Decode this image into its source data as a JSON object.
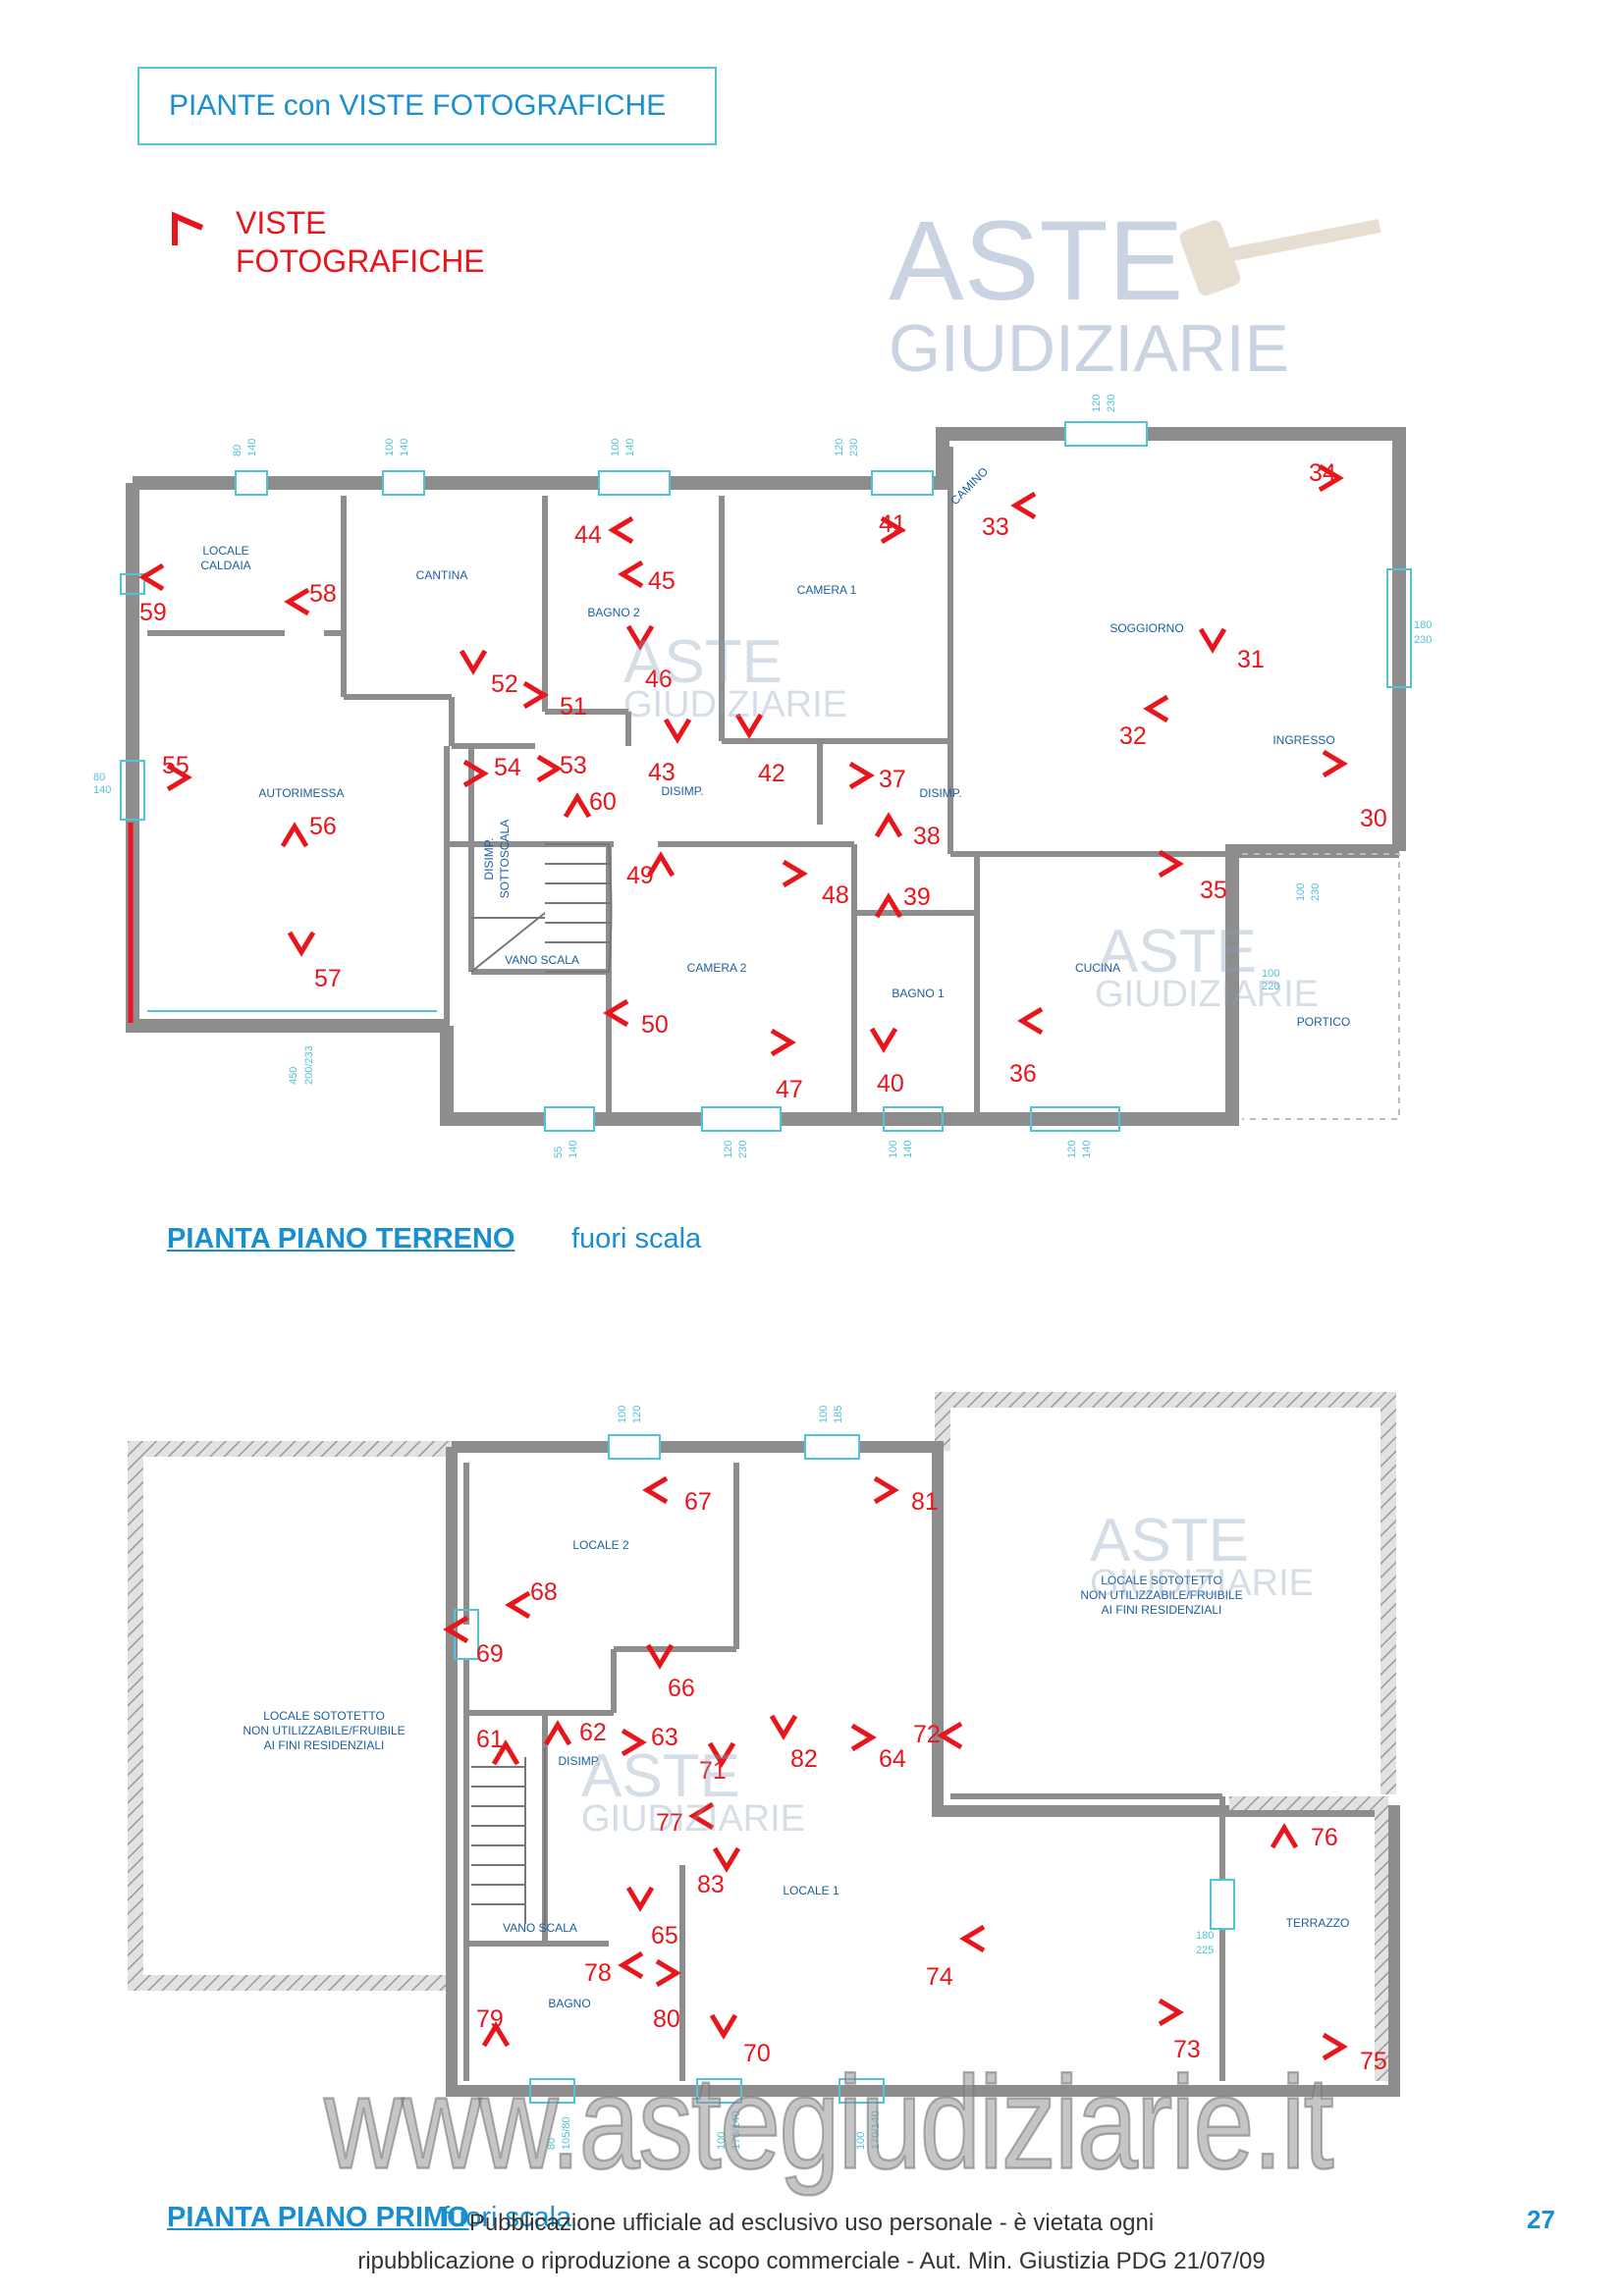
{
  "header": {
    "title": "PIANTE con VISTE FOTOGRAFICHE"
  },
  "legend": {
    "line1": "VISTE",
    "line2": "FOTOGRAFICHE"
  },
  "watermark": {
    "logo_line1": "ASTE",
    "logo_line2": "GIUDIZIARIE",
    "url": "www.astegiudiziarie.it"
  },
  "plan1": {
    "title": "PIANTA PIANO TERRENO",
    "subtitle": "fuori scala",
    "rooms": {
      "caldaia": [
        "LOCALE",
        "CALDAIA"
      ],
      "cantina": "CANTINA",
      "bagno2": "BAGNO 2",
      "camera1": "CAMERA 1",
      "soggiorno": "SOGGIORNO",
      "ingresso": "INGRESSO",
      "camino": "CAMINO",
      "autorimessa": "AUTORIMESSA",
      "disimp_left": "DISIMP.",
      "disimp_right": "DISIMP.",
      "sottoscala": [
        "DISIMP.",
        "SOTTOSCALA"
      ],
      "vano_scala": "VANO SCALA",
      "camera2": "CAMERA 2",
      "bagno1": "BAGNO 1",
      "cucina": "CUCINA",
      "portico": "PORTICO"
    },
    "dims": {
      "d1": [
        "80",
        "140"
      ],
      "d2": [
        "100",
        "140"
      ],
      "d3": [
        "100",
        "140"
      ],
      "d4": [
        "120",
        "230"
      ],
      "d5": [
        "120",
        "230"
      ],
      "d6": [
        "180",
        "230"
      ],
      "d7": [
        "80",
        "140"
      ],
      "d8": [
        "450",
        "200/233"
      ],
      "d9": [
        "55",
        "140"
      ],
      "d10": [
        "120",
        "230"
      ],
      "d11": [
        "100",
        "140"
      ],
      "d12": [
        "120",
        "140"
      ],
      "d13": [
        "100",
        "230"
      ],
      "d14": [
        "100",
        "220"
      ]
    },
    "views": [
      "30",
      "31",
      "32",
      "33",
      "34",
      "35",
      "36",
      "37",
      "38",
      "39",
      "40",
      "41",
      "42",
      "43",
      "44",
      "45",
      "46",
      "47",
      "48",
      "49",
      "50",
      "51",
      "52",
      "53",
      "54",
      "55",
      "56",
      "57",
      "58",
      "59",
      "60"
    ]
  },
  "plan2": {
    "title": "PIANTA PIANO PRIMO",
    "subtitle": "fuori scala",
    "rooms": {
      "locale2": "LOCALE 2",
      "sototetto_left": [
        "LOCALE SOTOTETTO",
        "NON UTILIZZABILE/FRUIBILE",
        "AI FINI RESIDENZIALI"
      ],
      "sototetto_right": [
        "LOCALE SOTOTETTO",
        "NON UTILIZZABILE/FRUIBILE",
        "AI FINI RESIDENZIALI"
      ],
      "disimp": "DISIMP.",
      "vano_scala": "VANO SCALA",
      "bagno": "BAGNO",
      "locale1": "LOCALE 1",
      "terrazzo": "TERRAZZO"
    },
    "dims": {
      "e1": [
        "100",
        "120"
      ],
      "e2": [
        "100",
        "185"
      ],
      "e3": [
        "180",
        "225"
      ],
      "e4": [
        "80",
        "105/80"
      ],
      "e5": [
        "100",
        "170/140"
      ],
      "e6": [
        "100",
        "170/140"
      ]
    },
    "views": [
      "61",
      "62",
      "63",
      "64",
      "65",
      "66",
      "67",
      "68",
      "69",
      "70",
      "71",
      "72",
      "73",
      "74",
      "75",
      "76",
      "77",
      "78",
      "79",
      "80",
      "81",
      "82",
      "83"
    ]
  },
  "footer": {
    "line1": "Pubblicazione ufficiale ad esclusivo uso personale - è vietata ogni",
    "line2": "ripubblicazione o riproduzione a scopo commerciale - Aut. Min. Giustizia PDG 21/07/09",
    "page_number": "27"
  },
  "colors": {
    "accent_blue": "#1a8fd0",
    "view_red": "#e8161c",
    "wall_gray": "#9a9a9a",
    "window_cyan": "#4fc3d9"
  }
}
